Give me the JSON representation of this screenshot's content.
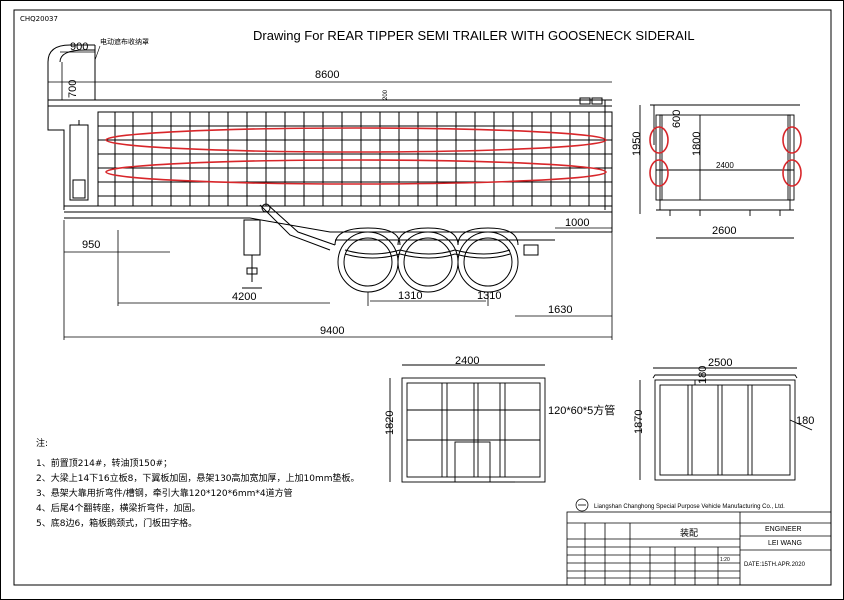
{
  "drawing_code": "CHQ20037",
  "title": "Drawing For REAR TIPPER SEMI TRAILER WITH GOOSENECK SIDERAIL",
  "callout_cn": "电动遮布收纳罩",
  "dims_side": {
    "d900": "900",
    "d700": "700",
    "d8600": "8600",
    "d200": "200",
    "d1000": "1000",
    "d950": "950",
    "d4200": "4200",
    "d1310a": "1310",
    "d1310b": "1310",
    "d1630": "1630",
    "d9400": "9400"
  },
  "dims_rear": {
    "d600": "600",
    "d1950": "1950",
    "d1800": "1800",
    "d2400": "2400",
    "d2600": "2600"
  },
  "dims_front": {
    "d2400": "2400",
    "d1820": "1820",
    "tube": "120*60*5方管"
  },
  "dims_back": {
    "d2500": "2500",
    "d180a": "180",
    "d180b": "180",
    "d1870": "1870"
  },
  "notes": {
    "heading": "注:",
    "lines": [
      "1、前置顶214#，转油顶150#；",
      "2、大梁上14下16立板8，下翼板加固，悬架130高加宽加厚，上加10mm垫板。",
      "3、悬架大靠用折弯件/槽钢，牵引大靠120*120*6mm*4道方管",
      "4、后尾4个翻转座，横梁折弯件，加固。",
      "5、底8边6，箱板鹅颈式，门板田字格。"
    ]
  },
  "title_block": {
    "company": "Liangshan Changhong Special Purpose Vehicle Manufacturing Co., Ltd.",
    "drawing_name": "装配",
    "engineer_label": "ENGINEER",
    "engineer_name": "LEI WANG",
    "date": "DATE:15TH.APR.2020",
    "scale": "1:20"
  }
}
